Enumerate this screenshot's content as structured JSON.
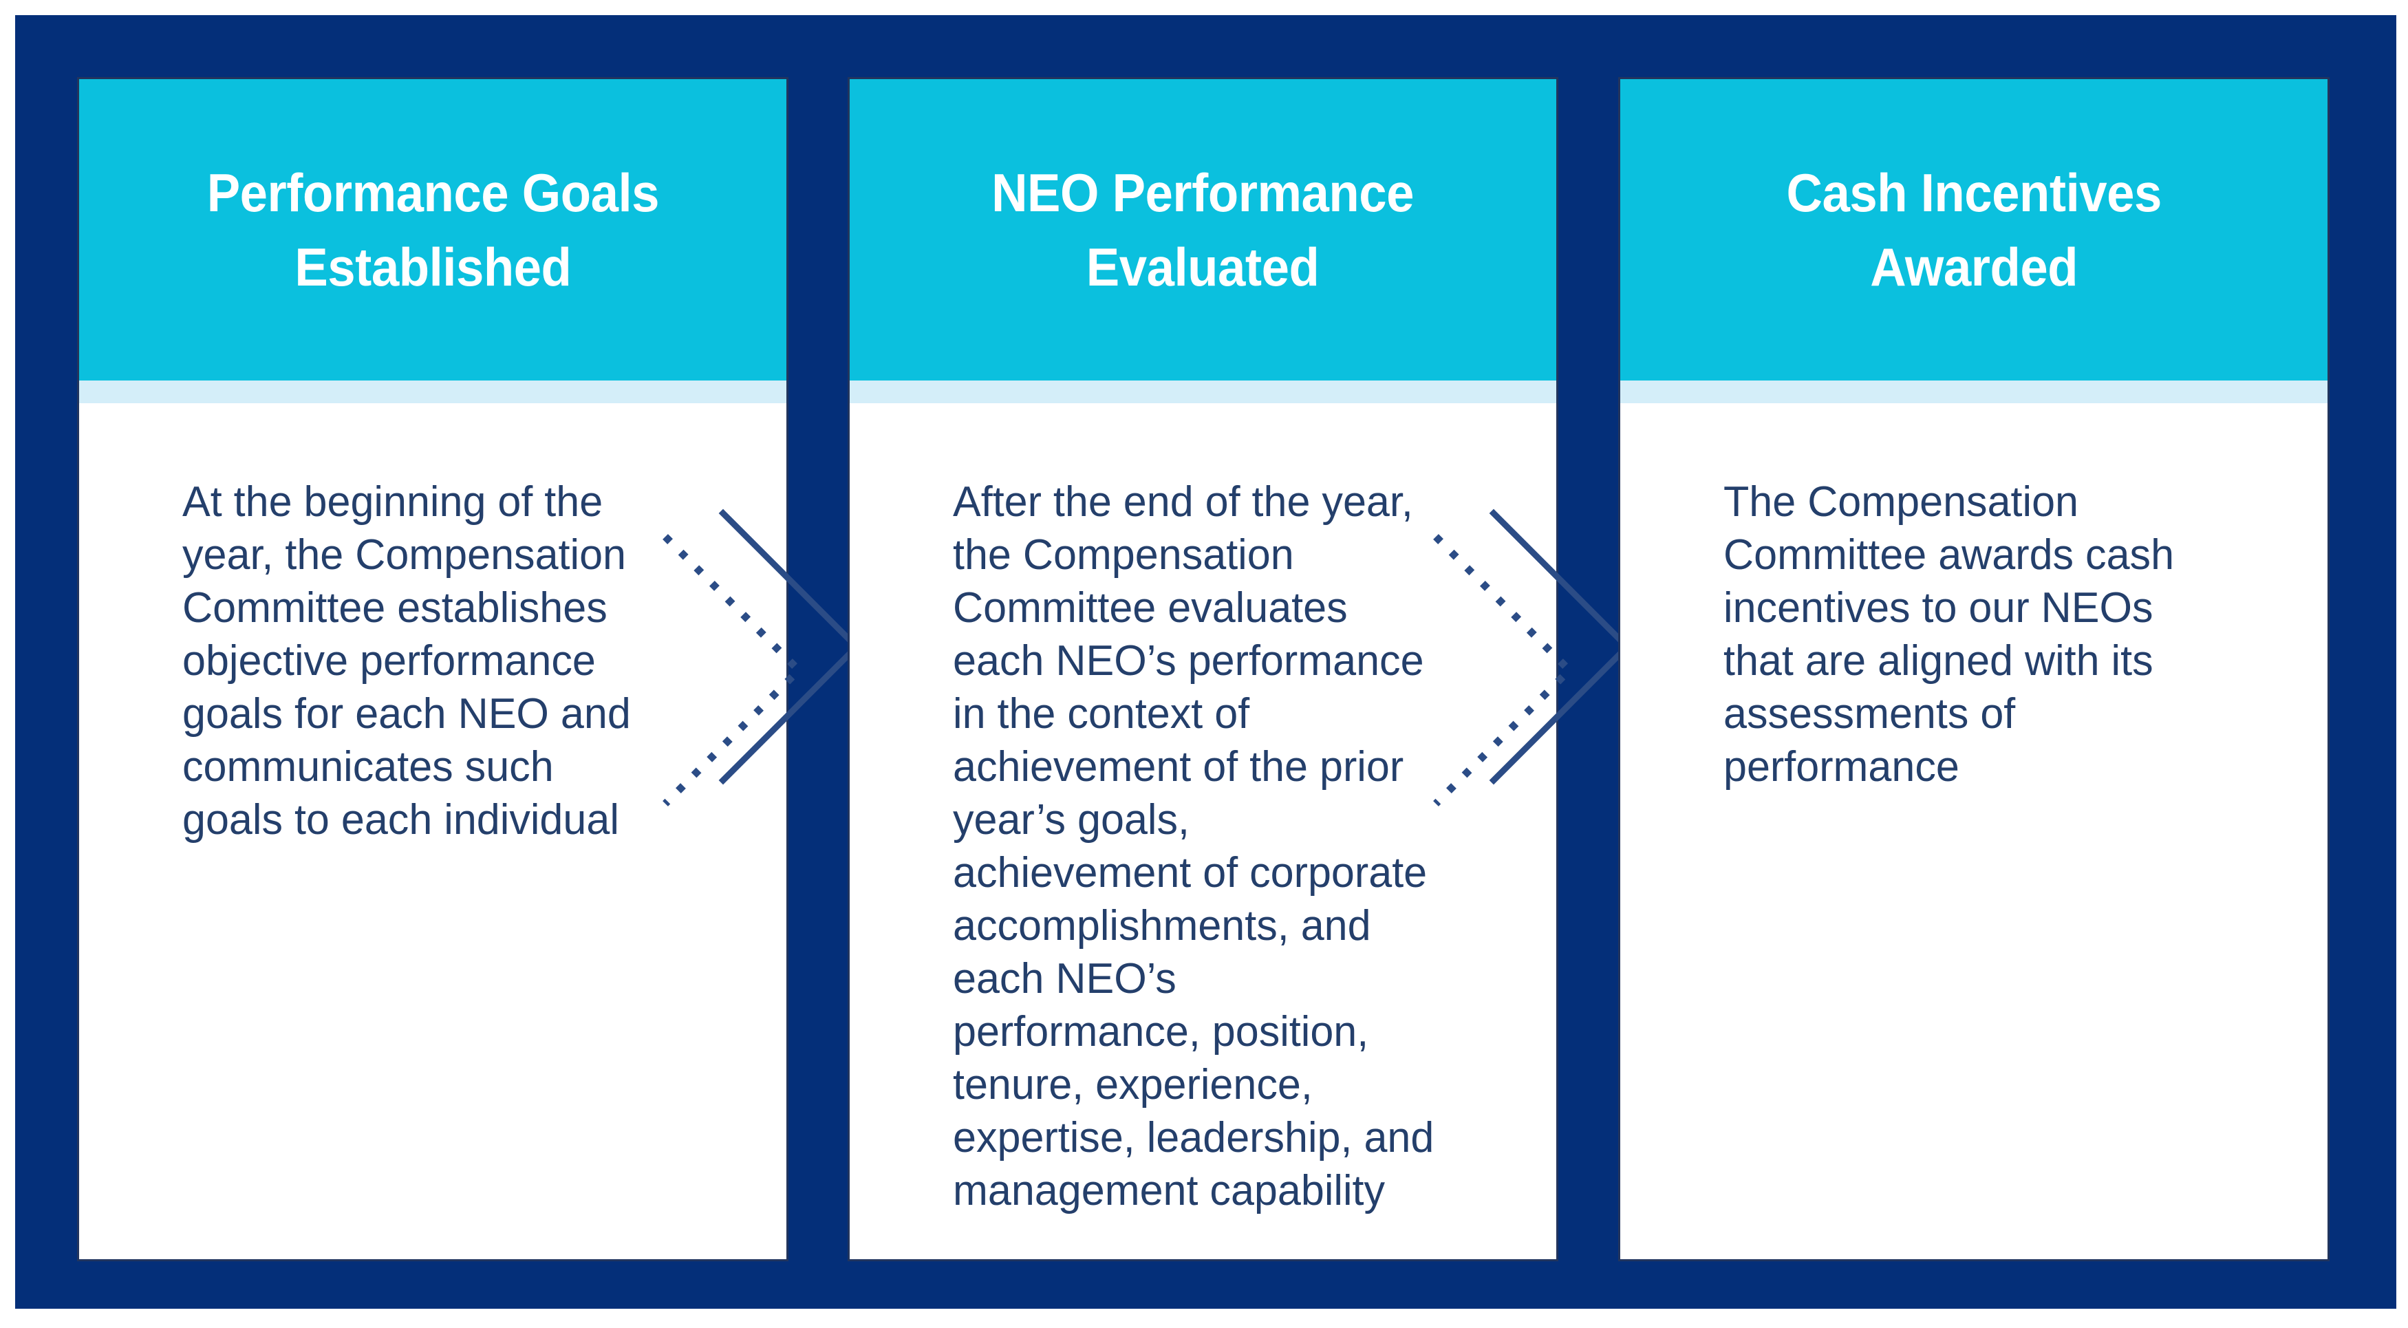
{
  "theme": {
    "background_navy": "#042F79",
    "header_cyan": "#0BC0DE",
    "divider_light_blue": "#D4EEF9",
    "body_text_navy": "#243F6B",
    "card_white": "#FFFFFF",
    "chevron_stroke": "#2B4C86"
  },
  "diagram": {
    "type": "process-flow",
    "orientation": "horizontal",
    "step_count": 3,
    "connector_icon": "chevron-right-icon",
    "steps": [
      {
        "id": "performance-goals-established",
        "title": "Performance Goals\nEstablished",
        "body": "At the beginning of the\nyear, the Compensation\nCommittee establishes\nobjective performance\ngoals for each NEO and\ncommunicates such\ngoals to each individual"
      },
      {
        "id": "neo-performance-evaluated",
        "title": "NEO Performance\nEvaluated",
        "body": "After the end of the year,\nthe Compensation\nCommittee evaluates\neach NEO’s performance\nin the context of\nachievement of the prior\nyear’s goals,\nachievement of corporate\naccomplishments, and\neach NEO’s\nperformance, position,\ntenure, experience,\nexpertise, leadership, and\nmanagement capability"
      },
      {
        "id": "cash-incentives-awarded",
        "title": "Cash Incentives\nAwarded",
        "body": "The Compensation\nCommittee awards cash\nincentives to our NEOs\nthat are aligned with its\nassessments of\nperformance"
      }
    ]
  }
}
